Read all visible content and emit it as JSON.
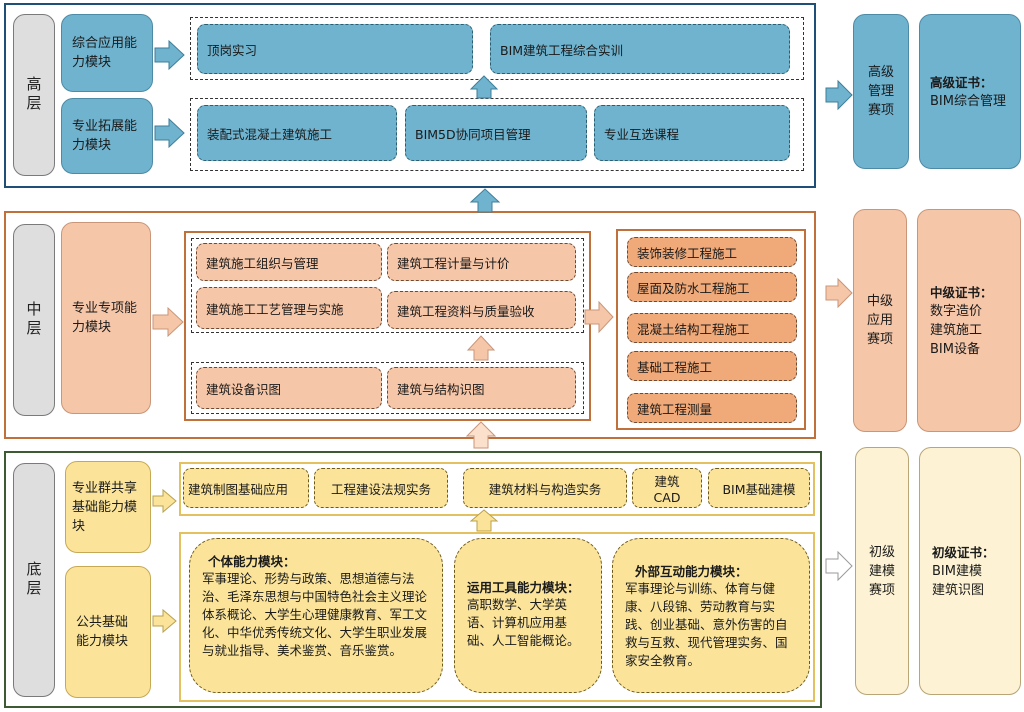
{
  "tiers": {
    "high": {
      "label": "高层",
      "module_comprehensive": "综合应用能力模块",
      "module_expand": "专业拓展能力模块",
      "courses_row1": [
        "顶岗实习",
        "BIM建筑工程综合实训"
      ],
      "courses_row2": [
        "装配式混凝土建筑施工",
        "BIM5D协同项目管理",
        "专业互选课程"
      ],
      "competition": "高级管理赛项",
      "cert_title": "高级证书：",
      "cert_items": [
        "BIM综合管理"
      ]
    },
    "mid": {
      "label": "中层",
      "module": "专业专项能力模块",
      "group_a": [
        "建筑施工组织与管理",
        "建筑工程计量与计价",
        "建筑施工工艺管理与实施",
        "建筑工程资料与质量验收"
      ],
      "group_b": [
        "建筑设备识图",
        "建筑与结构识图"
      ],
      "group_c": [
        "装饰装修工程施工",
        "屋面及防水工程施工",
        "混凝土结构工程施工",
        "基础工程施工",
        "建筑工程测量"
      ],
      "competition": "中级应用赛项",
      "cert_title": "中级证书：",
      "cert_items": [
        "数字造价",
        "建筑施工",
        "BIM设备"
      ]
    },
    "low": {
      "label": "底层",
      "module_group": "专业群共享基础能力模块",
      "module_public": "公共基础能力模块",
      "shared_courses": [
        "建筑制图基础应用",
        "工程建设法规实务",
        "建筑材料与构造实务",
        "建筑CAD",
        "BIM基础建模"
      ],
      "individual_title": "个体能力模块：",
      "individual_text": "军事理论、形势与政策、思想道德与法治、毛泽东思想与中国特色社会主义理论体系概论、大学生心理健康教育、军工文化、中华优秀传统文化、大学生职业发展与就业指导、美术鉴赏、音乐鉴赏。",
      "tools_title": "运用工具能力模块：",
      "tools_text": "高职数学、大学英语、计算机应用基础、人工智能概论。",
      "external_title": "外部互动能力模块：",
      "external_text": "军事理论与训练、体育与健康、八段锦、劳动教育与实践、创业基础、意外伤害的自救与互救、现代管理实务、国家安全教育。",
      "competition": "初级建模赛项",
      "cert_title": "初级证书：",
      "cert_items": [
        "BIM建模",
        "建筑识图"
      ]
    }
  },
  "colors": {
    "high_frame": "#1f4e79",
    "mid_frame": "#c0703a",
    "low_frame": "#3d5a33",
    "blue_fill": "#6fb3cf",
    "peach_fill": "#f6c6a8",
    "orange_fill": "#f0a978",
    "yellow_fill": "#fbe49a"
  }
}
